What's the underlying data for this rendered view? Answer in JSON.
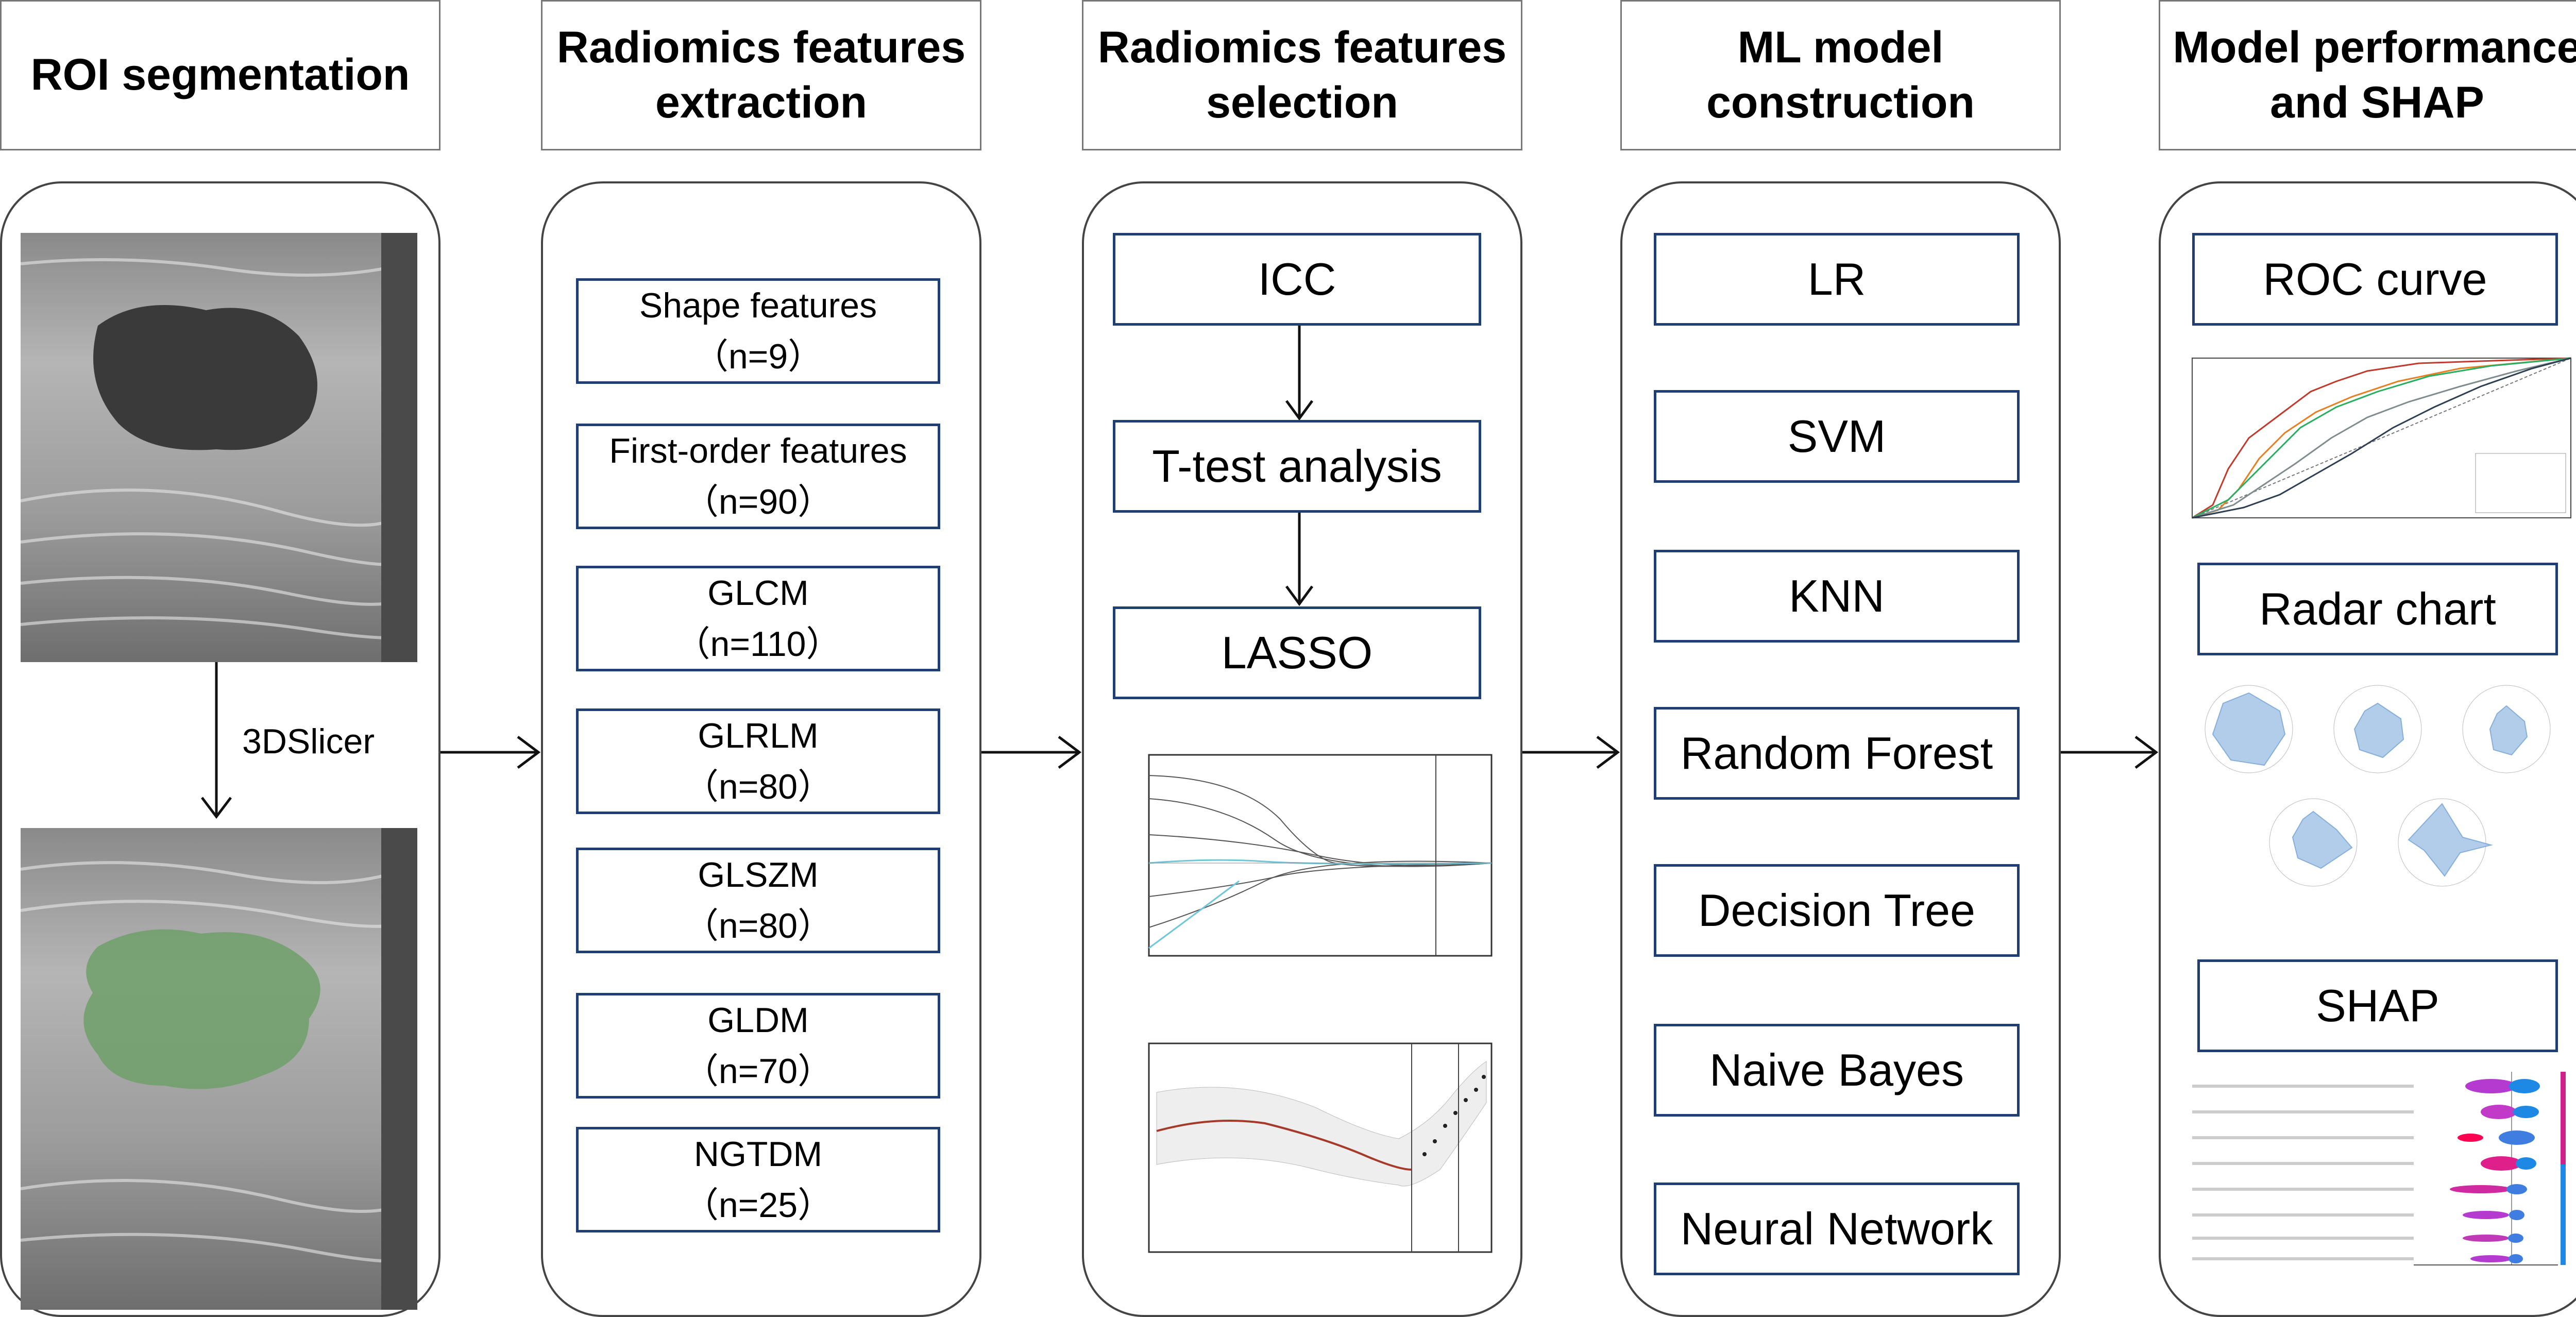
{
  "headers": [
    {
      "line1": "ROI segmentation",
      "line2": ""
    },
    {
      "line1": "Radiomics features",
      "line2": "extraction"
    },
    {
      "line1": "Radiomics features",
      "line2": "selection"
    },
    {
      "line1": "ML model",
      "line2": "construction"
    },
    {
      "line1": "Model performance",
      "line2": "and SHAP"
    }
  ],
  "segmentation": {
    "tool_label": "3DSlicer",
    "image_before": "ultrasound-image",
    "image_after": "segmented-ultrasound-image",
    "roi_color": "#6fa06a"
  },
  "extraction": {
    "features": [
      {
        "name": "Shape features",
        "count": "（n=9）"
      },
      {
        "name": "First-order features",
        "count": "（n=90）"
      },
      {
        "name": "GLCM",
        "count": "（n=110）"
      },
      {
        "name": "GLRLM",
        "count": "（n=80）"
      },
      {
        "name": "GLSZM",
        "count": "（n=80）"
      },
      {
        "name": "GLDM",
        "count": "（n=70）"
      },
      {
        "name": "NGTDM",
        "count": "（n=25）"
      }
    ]
  },
  "selection": {
    "steps": [
      "ICC",
      "T-test analysis",
      "LASSO"
    ],
    "lasso_path_plot": "lasso-coefficient-path-plot",
    "lasso_cv_plot": "lasso-cross-validation-plot"
  },
  "models": [
    "LR",
    "SVM",
    "KNN",
    "Random Forest",
    "Decision Tree",
    "Naive Bayes",
    "Neural Network"
  ],
  "performance": {
    "roc_label": "ROC curve",
    "radar_label": "Radar chart",
    "shap_label": "SHAP",
    "roc_plot": "roc-curve-plot",
    "radar_plots": "radar-chart-plots",
    "shap_plot": "shap-summary-plot"
  },
  "colors": {
    "box_border": "#1f3f73",
    "panel_border": "#444444",
    "roc_lines": [
      "#c0392b",
      "#e67e22",
      "#27ae60",
      "#7f8c8d",
      "#2c3e50"
    ],
    "radar_fill": "#a9c8e8",
    "shap_low": "#1e88e5",
    "shap_high": "#ff0052"
  }
}
